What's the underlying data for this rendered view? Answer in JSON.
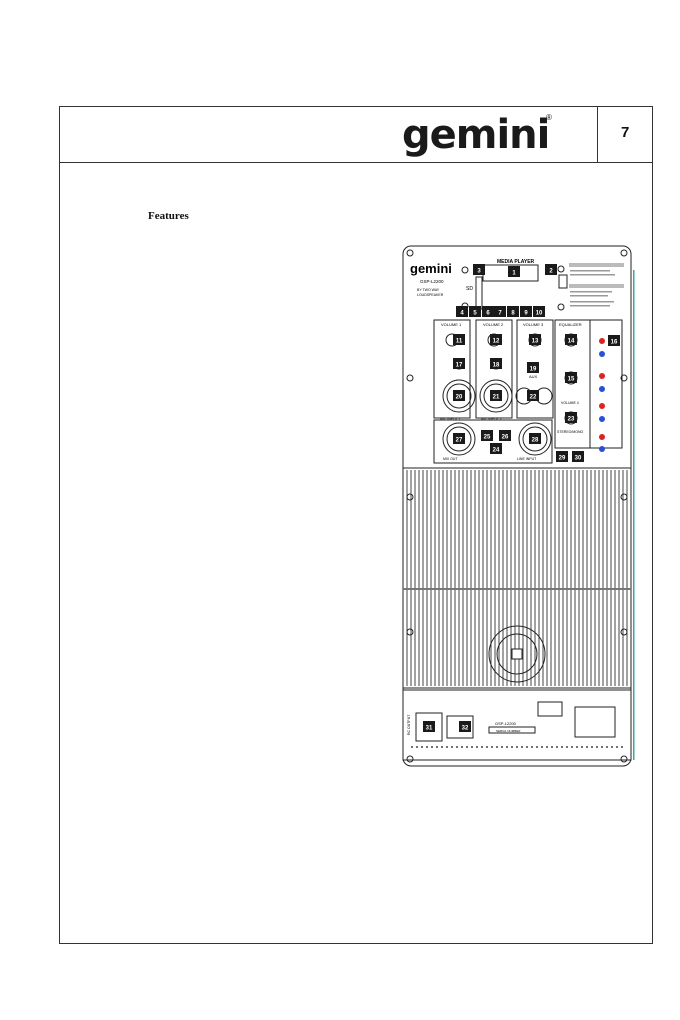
{
  "header": {
    "brand": "gemini",
    "registered": "®",
    "page_number": "7"
  },
  "section": {
    "title": "Features"
  },
  "panel": {
    "brand": "gemini",
    "model": "GSP-L2200",
    "subtitle_1": "BY TWO WAY",
    "subtitle_2": "LOUDSPEAKER",
    "media_player": "MEDIA PLAYER",
    "sd": "SD",
    "volume_1": "VOLUME 1",
    "volume_2": "VOLUME 2",
    "volume_3": "VOLUME 3",
    "equalizer": "EQUALIZER",
    "volume_4": "VOLUME 4",
    "stereo_mono": "STEREO/MONO",
    "aux": "AUX",
    "mic_input_1": "MIC INPUT 1",
    "mic_input_2": "MIC INPUT 2",
    "mix_out": "MIX OUT",
    "line_input": "LINE INPUT",
    "rc_output": "RC OUTPUT",
    "serial_number": "SERIAL NUMBER",
    "callouts": [
      "1",
      "2",
      "3",
      "4",
      "5",
      "6",
      "7",
      "8",
      "9",
      "10",
      "11",
      "12",
      "13",
      "14",
      "15",
      "16",
      "17",
      "18",
      "19",
      "20",
      "21",
      "22",
      "23",
      "24",
      "25",
      "26",
      "27",
      "28",
      "29",
      "30",
      "31",
      "32"
    ]
  }
}
